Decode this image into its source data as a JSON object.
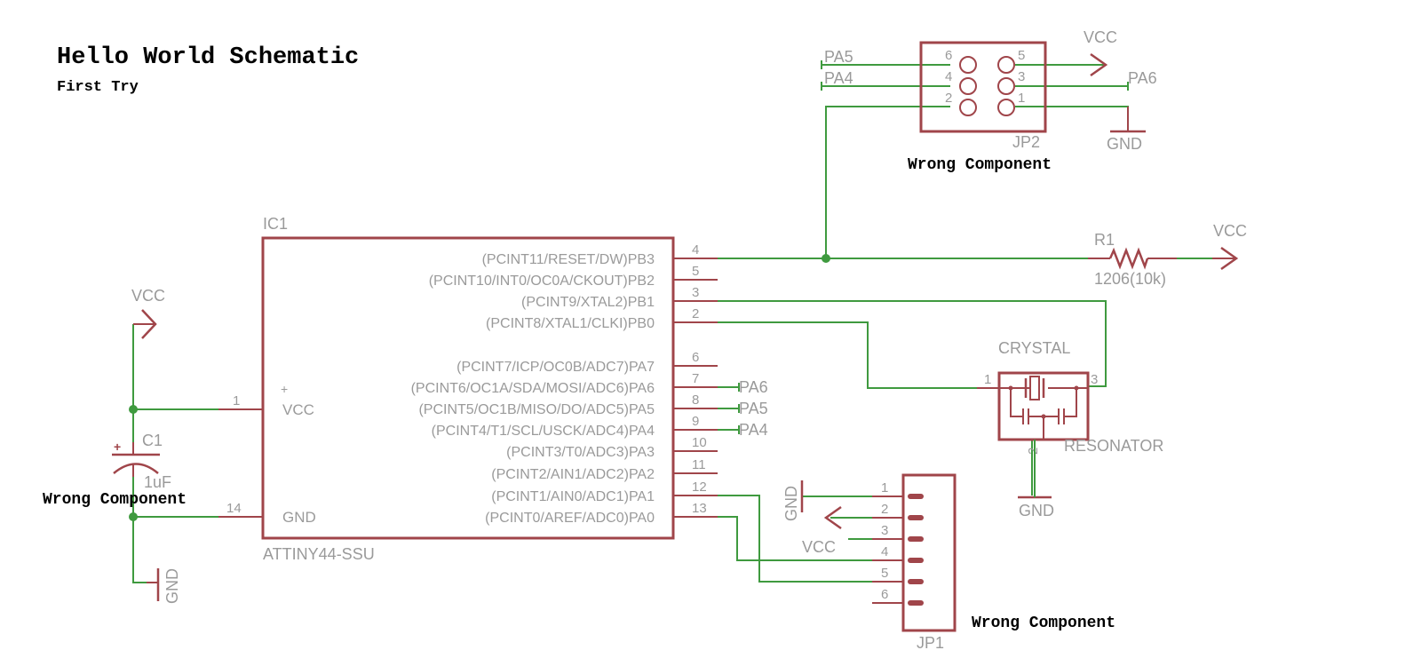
{
  "header": {
    "title": "Hello World Schematic",
    "subtitle": "First Try"
  },
  "ic1": {
    "ref": "IC1",
    "value": "ATTINY44-SSU",
    "left_pins": [
      {
        "num": "1",
        "name": "VCC",
        "mark": "+"
      },
      {
        "num": "14",
        "name": "GND"
      }
    ],
    "right_pins": [
      {
        "num": "4",
        "name": "(PCINT11/RESET/DW)PB3"
      },
      {
        "num": "5",
        "name": "(PCINT10/INT0/OC0A/CKOUT)PB2"
      },
      {
        "num": "3",
        "name": "(PCINT9/XTAL2)PB1"
      },
      {
        "num": "2",
        "name": "(PCINT8/XTAL1/CLKI)PB0"
      },
      {
        "num": "6",
        "name": "(PCINT7/ICP/OC0B/ADC7)PA7"
      },
      {
        "num": "7",
        "name": "(PCINT6/OC1A/SDA/MOSI/ADC6)PA6"
      },
      {
        "num": "8",
        "name": "(PCINT5/OC1B/MISO/DO/ADC5)PA5"
      },
      {
        "num": "9",
        "name": "(PCINT4/T1/SCL/USCK/ADC4)PA4"
      },
      {
        "num": "10",
        "name": "(PCINT3/T0/ADC3)PA3"
      },
      {
        "num": "11",
        "name": "(PCINT2/AIN1/ADC2)PA2"
      },
      {
        "num": "12",
        "name": "(PCINT1/AIN0/ADC1)PA1"
      },
      {
        "num": "13",
        "name": "(PCINT0/AREF/ADC0)PA0"
      }
    ],
    "net_labels": {
      "pa6": "PA6",
      "pa5": "PA5",
      "pa4": "PA4"
    }
  },
  "c1": {
    "ref": "C1",
    "value": "1uF",
    "polarity": "+"
  },
  "r1": {
    "ref": "R1",
    "value": "1206(10k)"
  },
  "crystal": {
    "ref": "CRYSTAL",
    "value": "RESONATOR",
    "pins": [
      "1",
      "2",
      "3"
    ]
  },
  "jp2": {
    "ref": "JP2",
    "pins": [
      "6",
      "5",
      "4",
      "3",
      "2",
      "1"
    ],
    "net_labels": {
      "pa5": "PA5",
      "pa4": "PA4",
      "pa6": "PA6"
    }
  },
  "jp1": {
    "ref": "JP1",
    "pins": [
      "1",
      "2",
      "3",
      "4",
      "5",
      "6"
    ],
    "vcc_label": "VCC"
  },
  "power": {
    "vcc": "VCC",
    "gnd": "GND"
  },
  "annotations": {
    "wrong": "Wrong Component"
  }
}
